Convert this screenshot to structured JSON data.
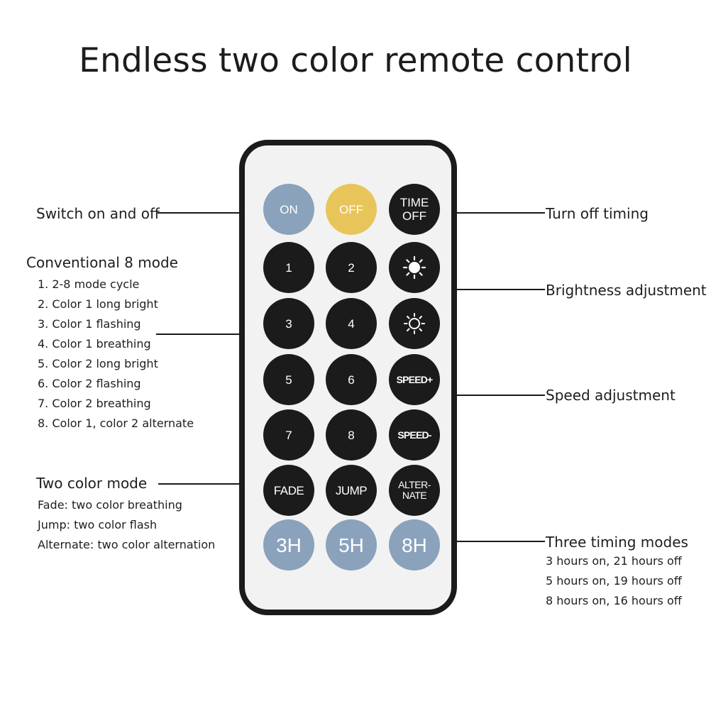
{
  "title": "Endless two color remote control",
  "remote": {
    "rows": [
      [
        {
          "label": "ON",
          "color": "#8aa2bc"
        },
        {
          "label": "OFF",
          "color": "#e8c55a"
        },
        {
          "label": "TIME OFF",
          "color": "#1b1b1b"
        }
      ],
      [
        {
          "label": "1",
          "color": "#1b1b1b"
        },
        {
          "label": "2",
          "color": "#1b1b1b"
        },
        {
          "icon": "sun-filled-icon",
          "color": "#1b1b1b"
        }
      ],
      [
        {
          "label": "3",
          "color": "#1b1b1b"
        },
        {
          "label": "4",
          "color": "#1b1b1b"
        },
        {
          "icon": "sun-outline-icon",
          "color": "#1b1b1b"
        }
      ],
      [
        {
          "label": "5",
          "color": "#1b1b1b"
        },
        {
          "label": "6",
          "color": "#1b1b1b"
        },
        {
          "label": "SPEED+",
          "color": "#1b1b1b"
        }
      ],
      [
        {
          "label": "7",
          "color": "#1b1b1b"
        },
        {
          "label": "8",
          "color": "#1b1b1b"
        },
        {
          "label": "SPEED-",
          "color": "#1b1b1b"
        }
      ],
      [
        {
          "label": "FADE",
          "color": "#1b1b1b"
        },
        {
          "label": "JUMP",
          "color": "#1b1b1b"
        },
        {
          "label": "ALTER-NATE",
          "color": "#1b1b1b"
        }
      ],
      [
        {
          "label": "3H",
          "color": "#8aa2bc"
        },
        {
          "label": "5H",
          "color": "#8aa2bc"
        },
        {
          "label": "8H",
          "color": "#8aa2bc"
        }
      ]
    ]
  },
  "left": {
    "switch": "Switch on and off",
    "conventional": {
      "heading": "Conventional 8 mode",
      "items": [
        "1. 2-8 mode cycle",
        "2. Color 1 long bright",
        "3. Color 1 flashing",
        "4. Color 1 breathing",
        "5. Color 2 long bright",
        "6. Color 2 flashing",
        "7. Color 2 breathing",
        "8. Color 1, color 2 alternate"
      ]
    },
    "two_color": {
      "heading": "Two color mode",
      "items": [
        "Fade: two color breathing",
        "Jump: two color flash",
        "Alternate: two color alternation"
      ]
    }
  },
  "right": {
    "turn_off": "Turn off timing",
    "brightness": "Brightness adjustment",
    "speed": "Speed adjustment",
    "timing": {
      "heading": "Three timing modes",
      "items": [
        "3 hours on, 21 hours off",
        "5 hours on, 19 hours off",
        "8 hours on, 16 hours off"
      ]
    }
  }
}
